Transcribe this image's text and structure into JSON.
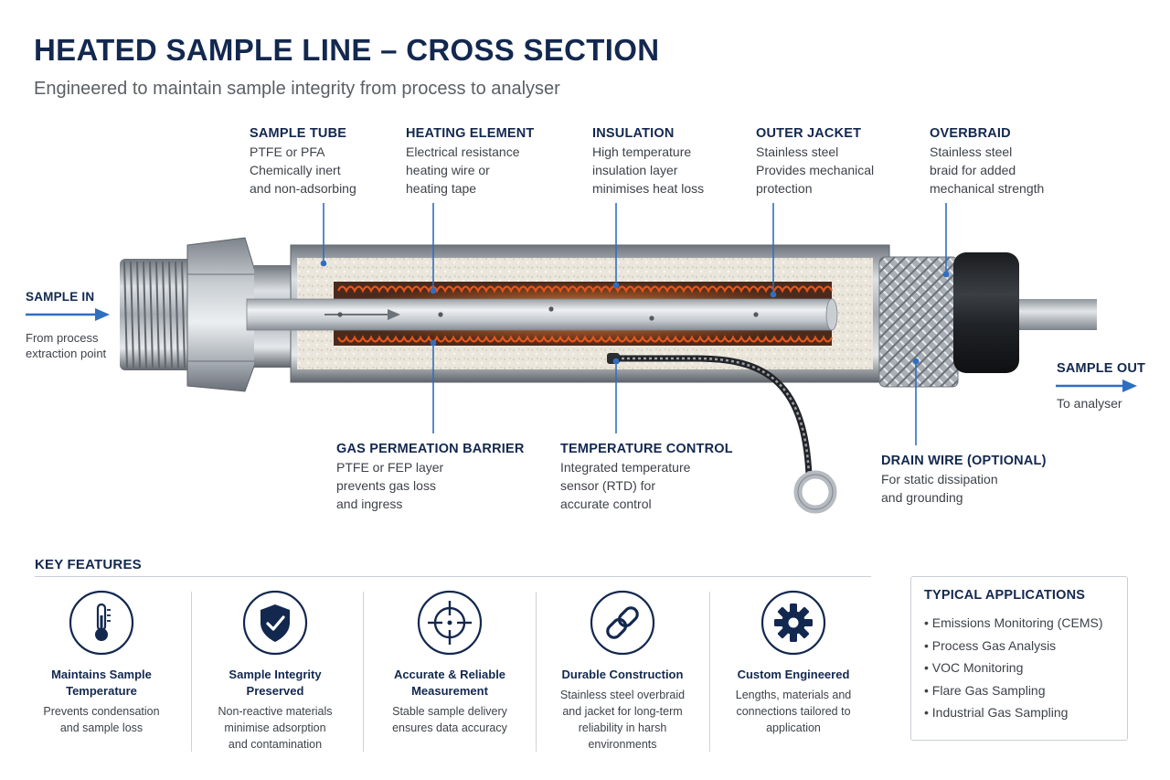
{
  "header": {
    "title": "HEATED SAMPLE LINE – CROSS SECTION",
    "subtitle": "Engineered to maintain sample integrity from process to analyser"
  },
  "callouts": {
    "sample_tube": {
      "heading": "SAMPLE TUBE",
      "lines": [
        "PTFE or PFA",
        "Chemically inert",
        "and non-adsorbing"
      ]
    },
    "heating_element": {
      "heading": "HEATING ELEMENT",
      "lines": [
        "Electrical resistance",
        "heating wire or",
        "heating tape"
      ]
    },
    "insulation": {
      "heading": "INSULATION",
      "lines": [
        "High temperature",
        "insulation layer",
        "minimises heat loss"
      ]
    },
    "outer_jacket": {
      "heading": "OUTER JACKET",
      "lines": [
        "Stainless steel",
        "Provides mechanical",
        "protection"
      ]
    },
    "overbraid": {
      "heading": "OVERBRAID",
      "lines": [
        "Stainless steel",
        "braid for added",
        "mechanical strength"
      ]
    },
    "gas_barrier": {
      "heading": "GAS PERMEATION BARRIER",
      "lines": [
        "PTFE or FEP layer",
        "prevents gas loss",
        "and ingress"
      ]
    },
    "temp_control": {
      "heading": "TEMPERATURE CONTROL",
      "lines": [
        "Integrated temperature",
        "sensor (RTD) for",
        "accurate control"
      ]
    },
    "drain_wire": {
      "heading": "DRAIN WIRE (OPTIONAL)",
      "lines": [
        "For static dissipation",
        "and grounding"
      ]
    },
    "sample_in": {
      "heading": "SAMPLE IN",
      "lines": [
        "From process",
        "extraction point"
      ]
    },
    "sample_out": {
      "heading": "SAMPLE OUT",
      "lines": [
        "To analyser"
      ]
    }
  },
  "key_features": {
    "title": "KEY FEATURES",
    "items": [
      {
        "icon": "thermometer-icon",
        "heading": [
          "Maintains Sample",
          "Temperature"
        ],
        "desc": [
          "Prevents condensation",
          "and sample loss"
        ]
      },
      {
        "icon": "shield-check-icon",
        "heading": [
          "Sample Integrity",
          "Preserved"
        ],
        "desc": [
          "Non-reactive materials",
          "minimise adsorption",
          "and contamination"
        ]
      },
      {
        "icon": "crosshair-icon",
        "heading": [
          "Accurate & Reliable",
          "Measurement"
        ],
        "desc": [
          "Stable sample delivery",
          "ensures data accuracy"
        ]
      },
      {
        "icon": "chain-link-icon",
        "heading": [
          "Durable Construction"
        ],
        "desc": [
          "Stainless steel overbraid",
          "and jacket for long-term",
          "reliability in harsh",
          "environments"
        ]
      },
      {
        "icon": "gear-icon",
        "heading": [
          "Custom Engineered"
        ],
        "desc": [
          "Lengths, materials and",
          "connections tailored to",
          "application"
        ]
      }
    ]
  },
  "applications": {
    "title": "TYPICAL APPLICATIONS",
    "items": [
      "• Emissions Monitoring (CEMS)",
      "• Process Gas Analysis",
      "• VOC Monitoring",
      "• Flare Gas Sampling",
      "• Industrial Gas Sampling"
    ]
  },
  "colors": {
    "navy": "#13284f",
    "accent_blue": "#2f6fc2",
    "heating_orange": "#e8551a",
    "steel": "#9aa1a8"
  }
}
